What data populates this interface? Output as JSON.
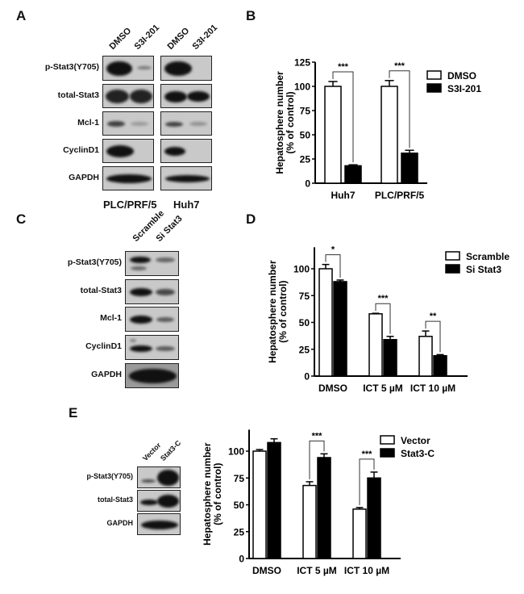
{
  "panels": {
    "A": {
      "letter": "A",
      "lanes": [
        "DMSO",
        "S3I-201",
        "DMSO",
        "S3I-201"
      ],
      "rows": [
        "p-Stat3(Y705)",
        "total-Stat3",
        "Mcl-1",
        "CyclinD1",
        "GAPDH"
      ],
      "cell_lines": [
        "PLC/PRF/5",
        "Huh7"
      ]
    },
    "B": {
      "letter": "B"
    },
    "C": {
      "letter": "C",
      "lanes": [
        "Scramble",
        "Si Stat3"
      ],
      "rows": [
        "p-Stat3(Y705)",
        "total-Stat3",
        "Mcl-1",
        "CyclinD1",
        "GAPDH"
      ]
    },
    "D": {
      "letter": "D"
    },
    "E": {
      "letter": "E",
      "lanes": [
        "Vector",
        "Stat3-C"
      ],
      "rows": [
        "p-Stat3(Y705)",
        "total-Stat3",
        "GAPDH"
      ]
    }
  },
  "chart_data": [
    {
      "panel": "B",
      "type": "bar",
      "title": "",
      "xlabel": "",
      "ylabel": "Hepatosphere number (% of control)",
      "categories": [
        "Huh7",
        "PLC/PRF/5"
      ],
      "series": [
        {
          "name": "DMSO",
          "color": "#ffffff",
          "values": [
            100,
            100
          ],
          "errors": [
            5,
            6
          ]
        },
        {
          "name": "S3I-201",
          "color": "#000000",
          "values": [
            18,
            31
          ],
          "errors": [
            1,
            3
          ]
        }
      ],
      "significance": [
        "***",
        "***"
      ],
      "yticks": [
        0,
        25,
        50,
        75,
        100,
        125
      ],
      "ylim": [
        0,
        125
      ],
      "legend_position": "upper right",
      "grid": false
    },
    {
      "panel": "D",
      "type": "bar",
      "title": "",
      "xlabel": "",
      "ylabel": "Hepatosphere number (% of control)",
      "categories": [
        "DMSO",
        "ICT 5 µM",
        "ICT 10 µM"
      ],
      "series": [
        {
          "name": "Scramble",
          "color": "#ffffff",
          "values": [
            100,
            58,
            37
          ],
          "errors": [
            4,
            0.5,
            5
          ]
        },
        {
          "name": "Si Stat3",
          "color": "#000000",
          "values": [
            88,
            34,
            19
          ],
          "errors": [
            1.5,
            3,
            1
          ]
        }
      ],
      "significance": [
        "*",
        "***",
        "**"
      ],
      "yticks": [
        0,
        25,
        50,
        75,
        100
      ],
      "ylim": [
        0,
        120
      ],
      "legend_position": "upper right",
      "grid": false
    },
    {
      "panel": "E",
      "type": "bar",
      "title": "",
      "xlabel": "",
      "ylabel": "Hepatosphere number (% of control)",
      "categories": [
        "DMSO",
        "ICT 5 µM",
        "ICT 10 µM"
      ],
      "series": [
        {
          "name": "Vector",
          "color": "#ffffff",
          "values": [
            100,
            68,
            46
          ],
          "errors": [
            1.5,
            3.5,
            1.5
          ]
        },
        {
          "name": "Stat3-C",
          "color": "#000000",
          "values": [
            108,
            94,
            75
          ],
          "errors": [
            3.5,
            3.5,
            5.5
          ]
        }
      ],
      "significance": [
        "",
        "***",
        "***"
      ],
      "yticks": [
        0,
        25,
        50,
        75,
        100
      ],
      "ylim": [
        0,
        120
      ],
      "legend_position": "upper right",
      "grid": false
    }
  ]
}
